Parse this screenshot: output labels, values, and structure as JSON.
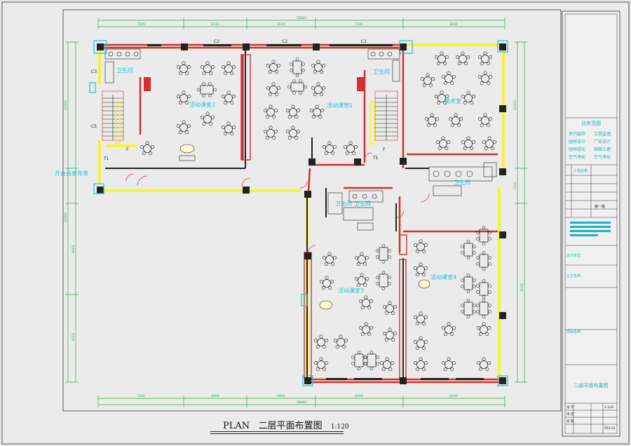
{
  "drawing": {
    "title_caption": "PLAN",
    "title_cn": "二层平面布置图",
    "scale": "1:120"
  },
  "dimensions": {
    "top_overall": "56000",
    "top_segments": [
      "7200",
      "8100",
      "8100",
      "7200",
      "8400"
    ],
    "bottom_segments": [
      "7200",
      "8400",
      "4800",
      "8600",
      "8400"
    ],
    "bottom_overall": "28000",
    "left_segments": [
      "11500",
      "12500",
      "9400",
      "6500"
    ],
    "right_segments": [
      "11500",
      "7200",
      "9000"
    ]
  },
  "rooms": [
    {
      "label": "卫生间"
    },
    {
      "label": "活动课室2"
    },
    {
      "label": "活动课室1"
    },
    {
      "label": "卫生间"
    },
    {
      "label": "美术室"
    },
    {
      "label": "卫生间"
    },
    {
      "label": "卫生间"
    },
    {
      "label": "卫生间"
    },
    {
      "label": "活动课室3"
    },
    {
      "label": "活动课室4"
    },
    {
      "label": "开会会客布景"
    }
  ],
  "window_tags": [
    "C2",
    "C2",
    "C1",
    "C3",
    "C5"
  ],
  "stair_tags": [
    "T1",
    "T1",
    "F",
    "F"
  ],
  "title_block": {
    "company_header": "业务范围",
    "services": [
      "室内装饰",
      "工程监理",
      "园林设计",
      "广告设计",
      "园林绿化",
      "钢结土建",
      "空气净化",
      "空气净化"
    ],
    "project_label": "工程名称",
    "sheet_no": "第一版",
    "designer_label": "设计单位",
    "owner_label": "业主名称",
    "owner_value": "",
    "project_name_label": "项目名称",
    "drawing_name": "二层平面布置图",
    "bottom_rows": [
      "设 计",
      "审 定",
      "日 期"
    ],
    "bottom_values": [
      "1:120",
      "P02-01",
      ""
    ]
  },
  "colors": {
    "background": "#e6e6e6",
    "wall_red": "#d03030",
    "wall_yellow": "#f5f51e",
    "dimension_green": "#2aa84a",
    "label_cyan": "#19c6d6",
    "title_cyan": "#1fb0c4",
    "ink": "#111111"
  }
}
